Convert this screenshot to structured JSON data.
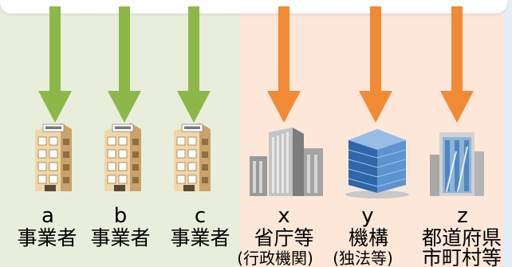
{
  "diagram": {
    "colors": {
      "private_bg": "#e9eedc",
      "public_bg": "#fde7d9",
      "side_bg": "#e4eef7",
      "private_arrow": "#8cb84a",
      "public_arrow": "#f08a35"
    },
    "entities": [
      {
        "letter": "a",
        "name": "事業者",
        "sub": "",
        "icon": "office-building-icon"
      },
      {
        "letter": "b",
        "name": "事業者",
        "sub": "",
        "icon": "office-building-icon"
      },
      {
        "letter": "c",
        "name": "事業者",
        "sub": "",
        "icon": "office-building-icon"
      },
      {
        "letter": "x",
        "name": "省庁等",
        "sub": "(行政機関)",
        "icon": "government-buildings-icon"
      },
      {
        "letter": "y",
        "name": "機構",
        "sub": "(独法等)",
        "icon": "glass-tower-icon"
      },
      {
        "letter": "z",
        "name": "都道府県",
        "sub": "市町村等",
        "icon": "city-hall-icon"
      }
    ]
  }
}
